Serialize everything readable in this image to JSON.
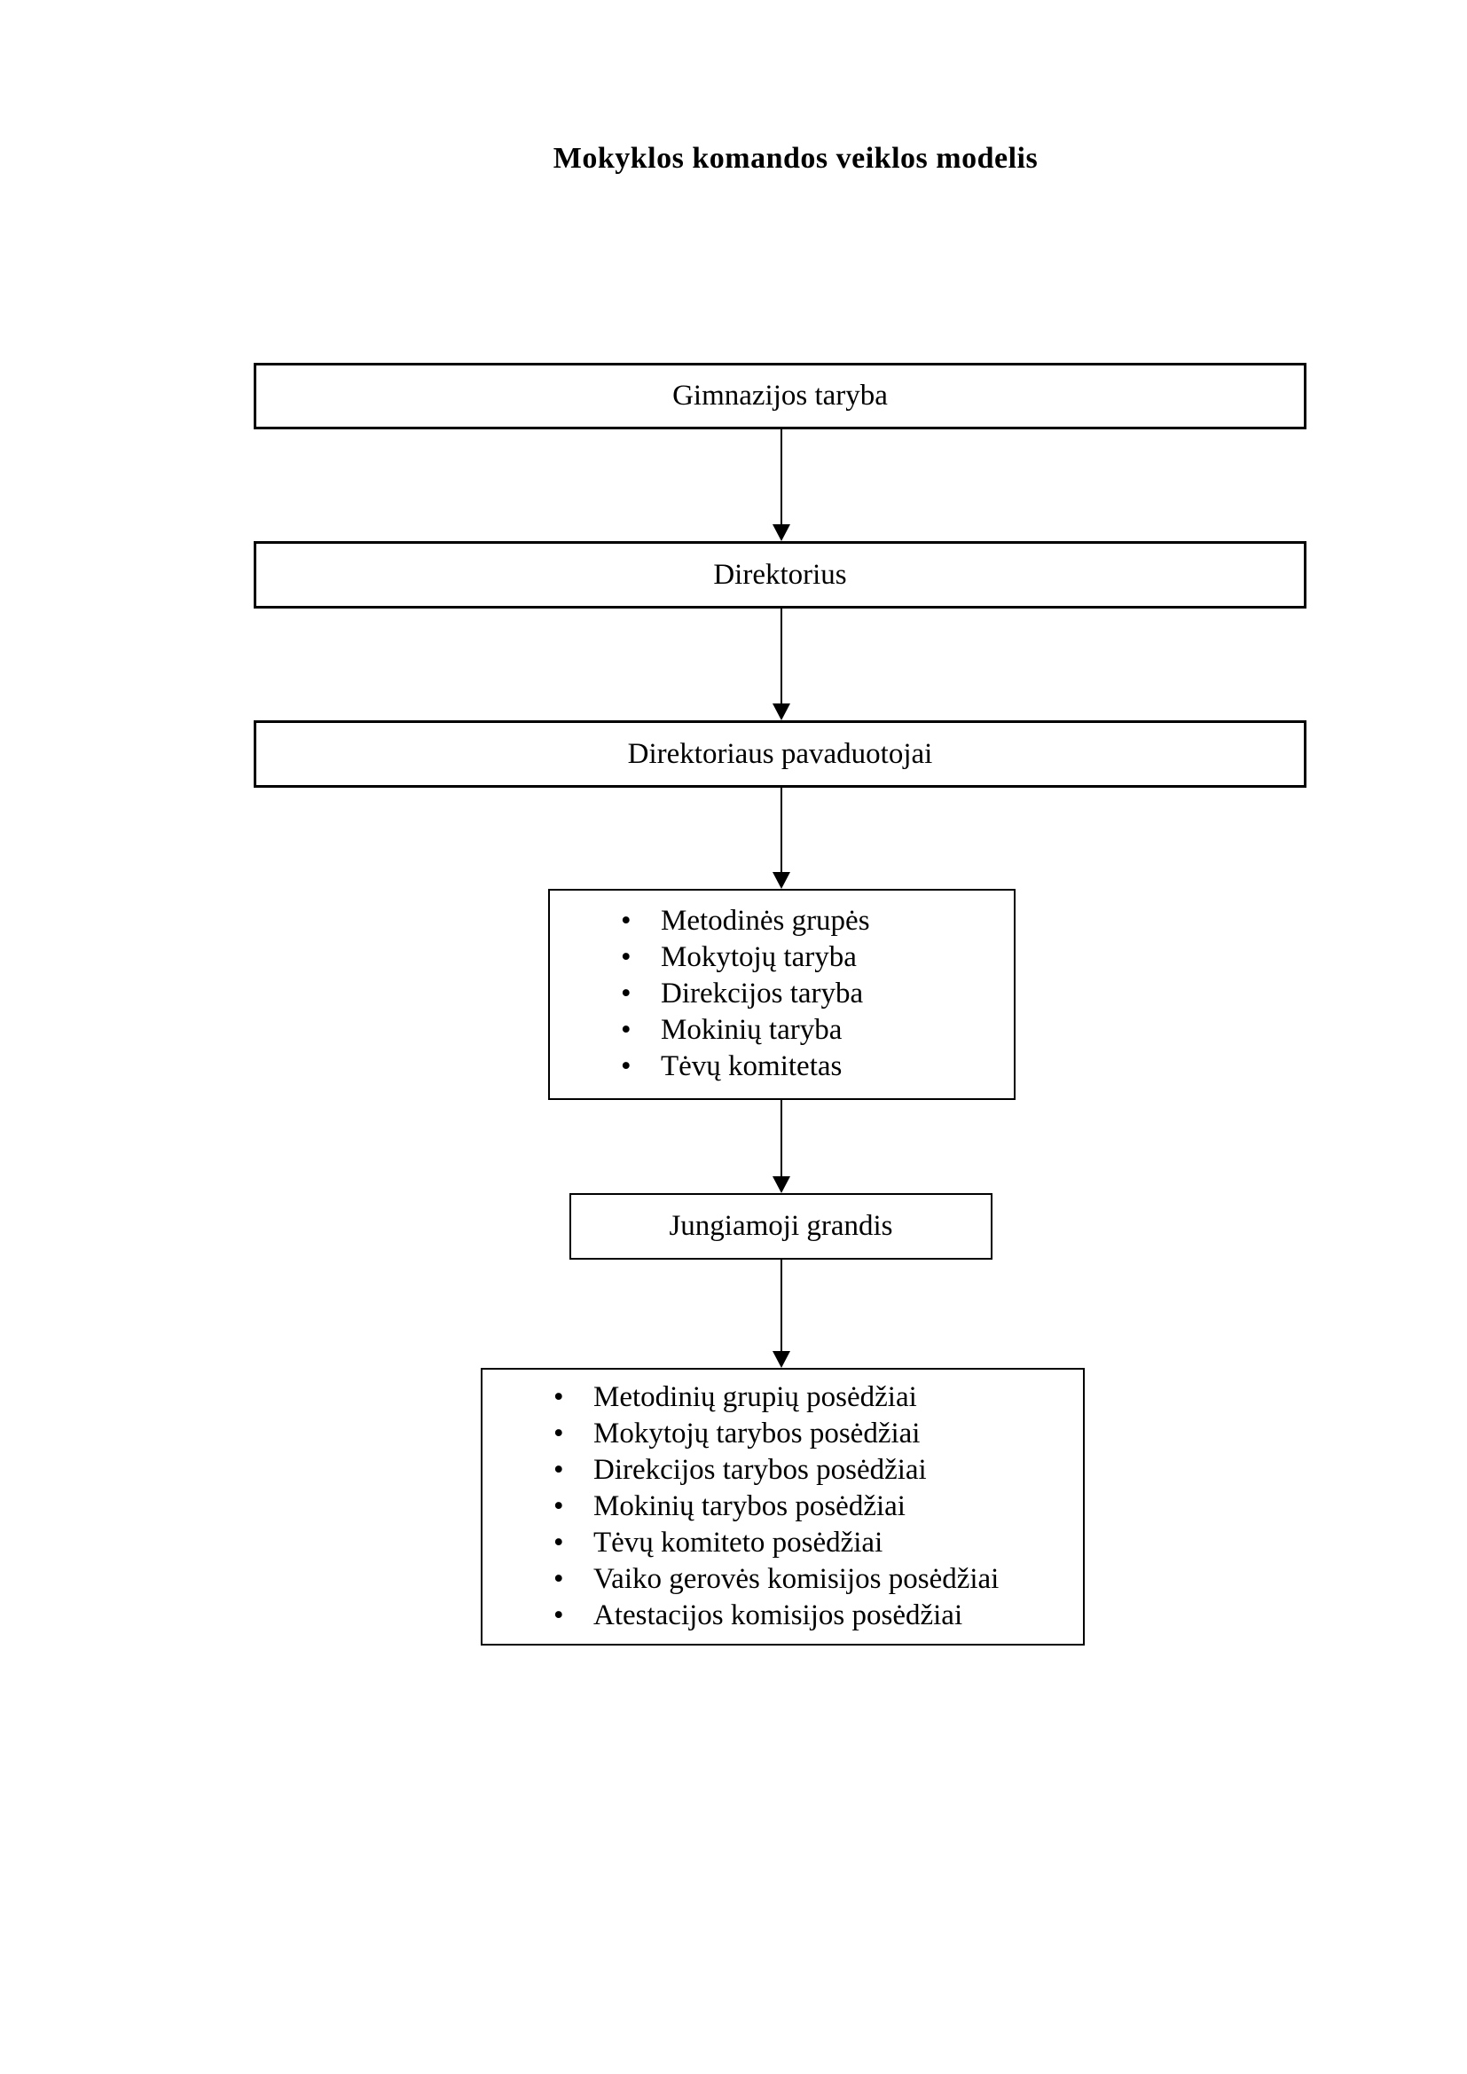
{
  "title": "Mokyklos komandos veiklos modelis",
  "colors": {
    "ink": "#000000",
    "paper": "#ffffff"
  },
  "flowchart": {
    "boxes": [
      {
        "label": "Gimnazijos taryba"
      },
      {
        "label": "Direktorius"
      },
      {
        "label": "Direktoriaus pavaduotojai"
      },
      {
        "items": [
          "Metodinės grupės",
          "Mokytojų taryba",
          "Direkcijos taryba",
          "Mokinių taryba",
          "Tėvų komitetas"
        ]
      },
      {
        "label": "Jungiamoji grandis"
      },
      {
        "items": [
          "Metodinių grupių posėdžiai",
          "Mokytojų tarybos posėdžiai",
          "Direkcijos tarybos posėdžiai",
          "Mokinių tarybos posėdžiai",
          "Tėvų komiteto posėdžiai",
          "Vaiko gerovės komisijos posėdžiai",
          "Atestacijos komisijos posėdžiai"
        ]
      }
    ]
  }
}
